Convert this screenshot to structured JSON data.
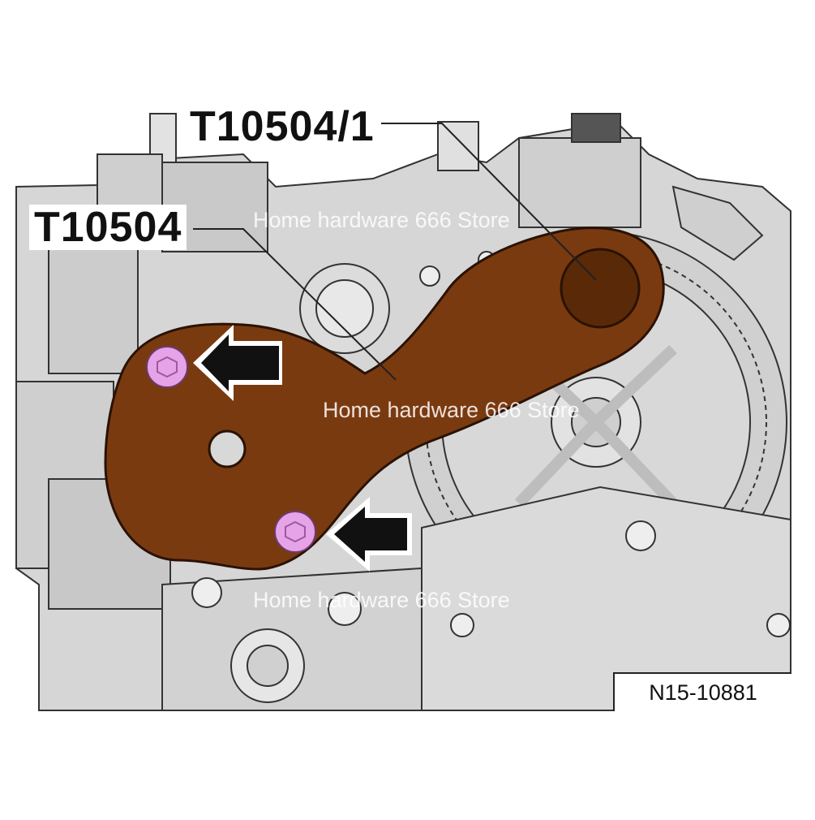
{
  "callouts": {
    "sub_tool": "T10504/1",
    "tool": "T10504"
  },
  "watermarks": [
    "Home hardware 666 Store",
    "Home hardware 666 Store",
    "Home hardware 666 Store"
  ],
  "figure_id": "N15-10881",
  "colors": {
    "tool_body": "#7a3a10",
    "bolt": "#e6a3e8",
    "engine": "#d4d4d4",
    "outline": "#333333"
  }
}
